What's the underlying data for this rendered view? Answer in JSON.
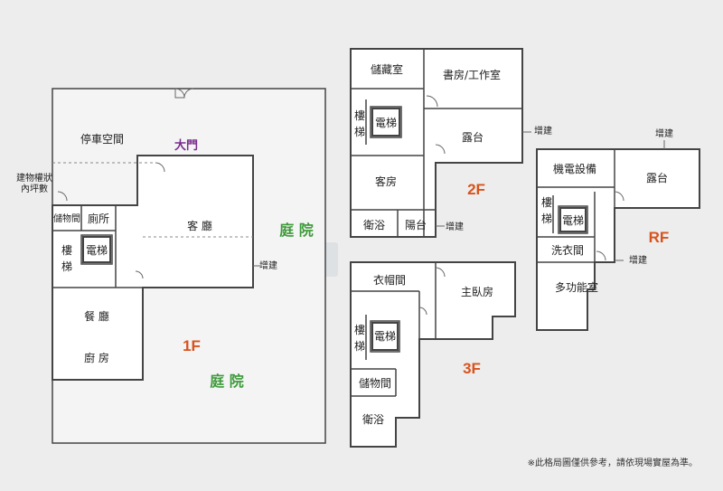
{
  "floor1": {
    "label": "1F",
    "garden_main": "庭 院",
    "garden_side": "庭 院",
    "main_gate": "大門",
    "parking": "停車空間",
    "registry_note_1": "建物權狀",
    "registry_note_2": "內坪數",
    "storage": "儲物間",
    "toilet": "廁所",
    "stairs": "樓\n梯",
    "elevator": "電梯",
    "living_room": "客 廳",
    "dining_room": "餐 廳",
    "kitchen": "廚 房",
    "addition": "增建"
  },
  "floor2": {
    "label": "2F",
    "storage": "儲藏室",
    "study": "書房/工作室",
    "terrace": "露台",
    "addition_terrace": "增建",
    "stairs": "樓\n梯",
    "elevator": "電梯",
    "guest_room": "客房",
    "bathroom": "衛浴",
    "balcony": "陽台",
    "addition_balcony": "增建"
  },
  "floor3": {
    "label": "3F",
    "closet": "衣帽間",
    "master_bedroom": "主臥房",
    "stairs": "樓\n梯",
    "elevator": "電梯",
    "storage": "儲物間",
    "bathroom": "衛浴"
  },
  "roof": {
    "label": "RF",
    "equipment": "機電設備",
    "terrace": "露台",
    "addition_terrace": "增建",
    "stairs": "樓\n梯",
    "elevator": "電梯",
    "laundry": "洗衣間",
    "multipurpose": "多功能室",
    "addition_laundry": "增建"
  },
  "footnote": "※此格局圖僅供參考，請依現場實屋為準。"
}
